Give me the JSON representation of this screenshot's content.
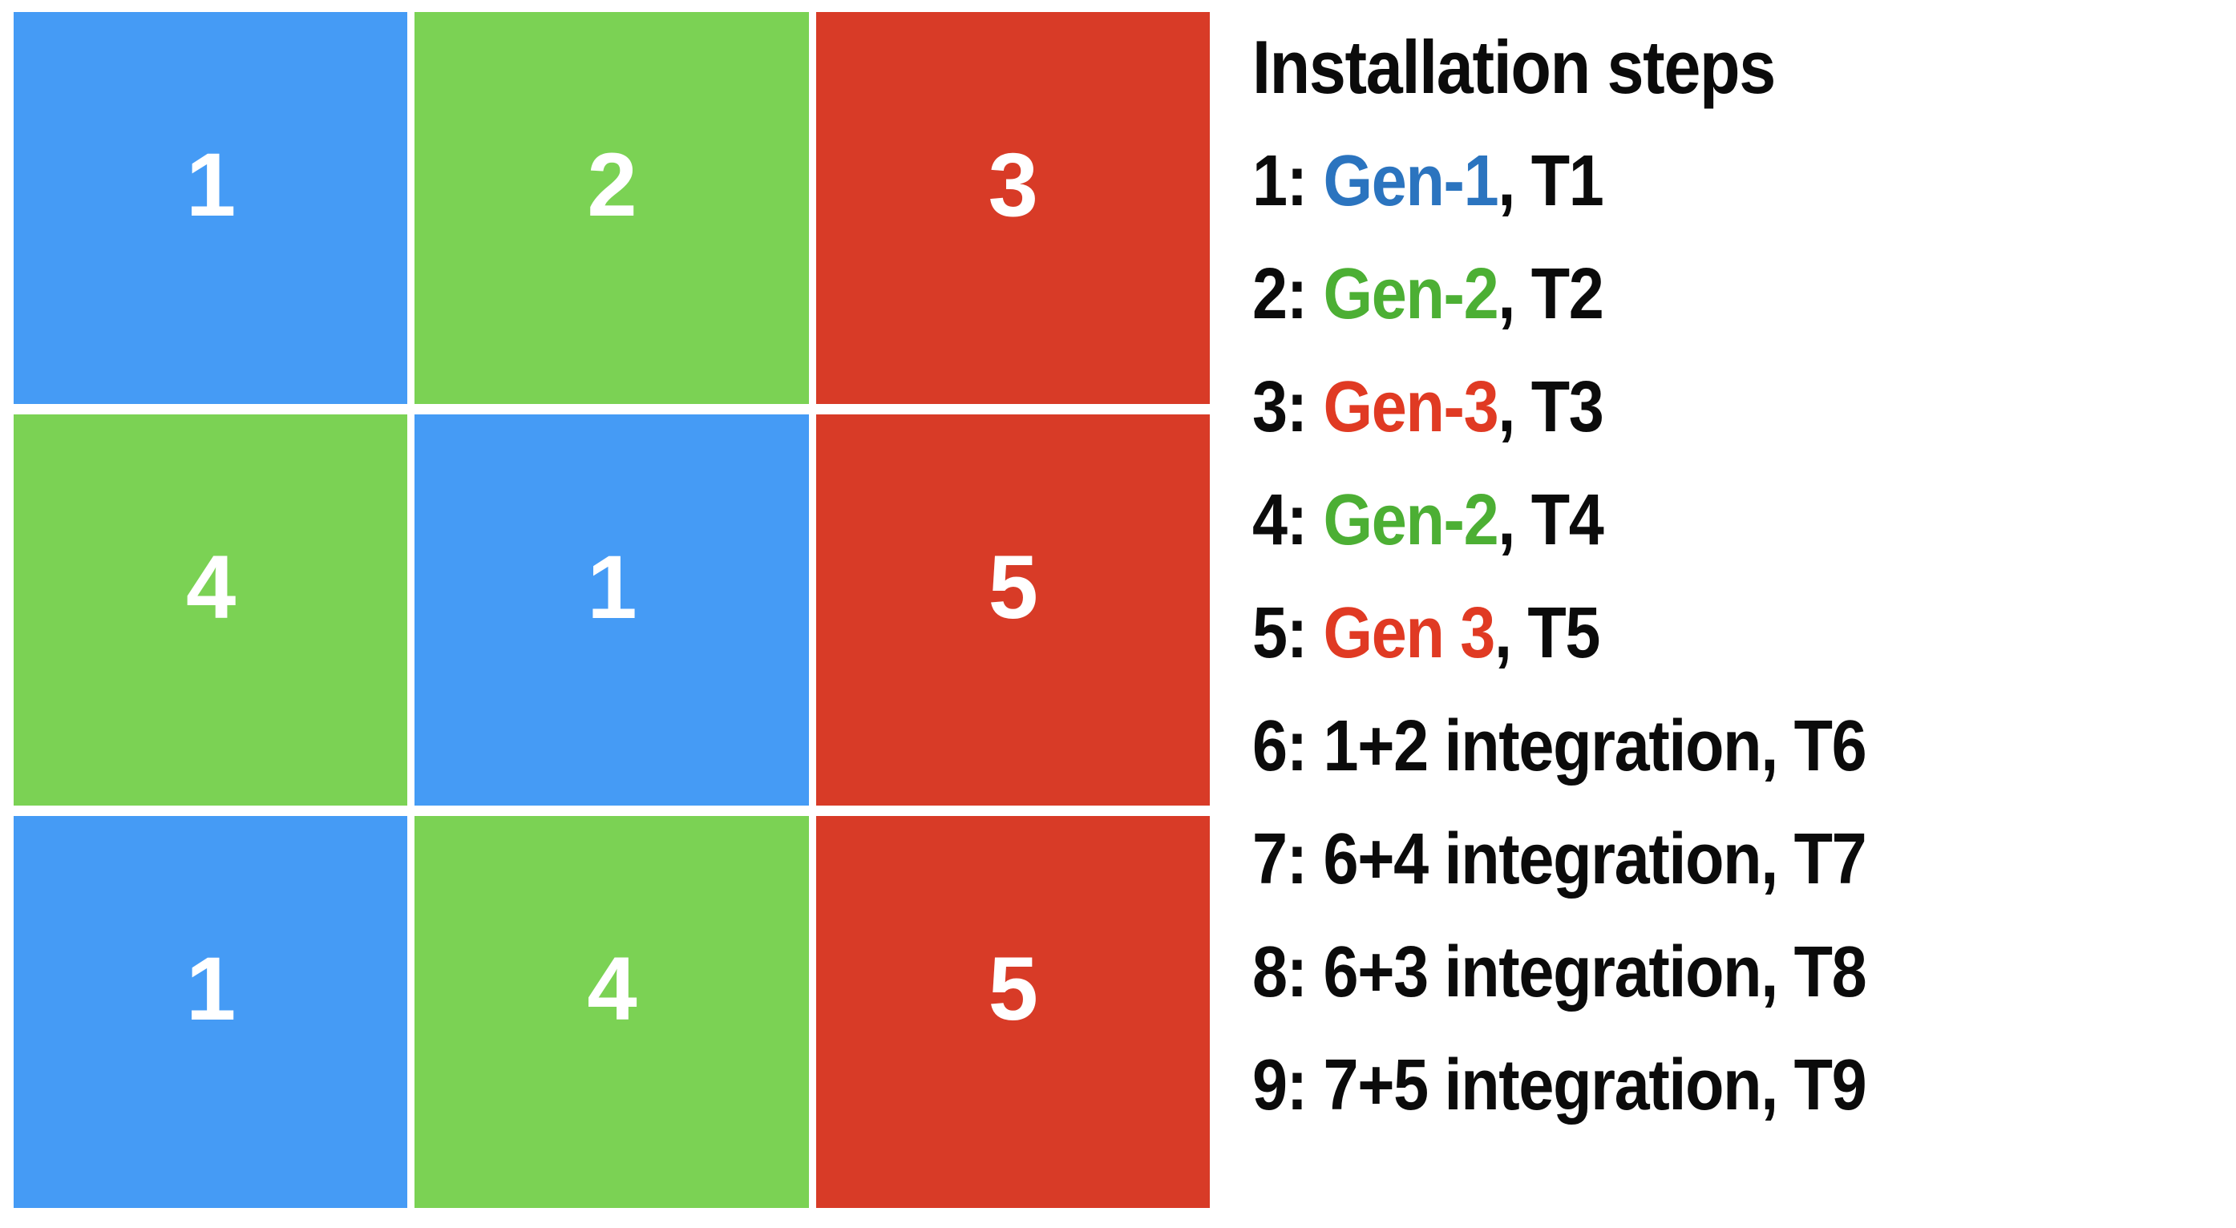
{
  "colors": {
    "blue": "#459BF5",
    "green": "#7BD254",
    "red": "#D83B27",
    "text_blue": "#2B74BF",
    "text_green": "#4CAF34",
    "text_red": "#E03A23",
    "text_black": "#0b0b0b",
    "background": "#ffffff",
    "cell_number_color": "#ffffff"
  },
  "grid": {
    "rows": 3,
    "columns": 3,
    "cells": [
      {
        "label": "1",
        "color_name": "blue",
        "color": "#459BF5"
      },
      {
        "label": "2",
        "color_name": "green",
        "color": "#7BD254"
      },
      {
        "label": "3",
        "color_name": "red",
        "color": "#D83B27"
      },
      {
        "label": "4",
        "color_name": "green",
        "color": "#7BD254"
      },
      {
        "label": "1",
        "color_name": "blue",
        "color": "#459BF5"
      },
      {
        "label": "5",
        "color_name": "red",
        "color": "#D83B27"
      },
      {
        "label": "1",
        "color_name": "blue",
        "color": "#459BF5"
      },
      {
        "label": "4",
        "color_name": "green",
        "color": "#7BD254"
      },
      {
        "label": "5",
        "color_name": "red",
        "color": "#D83B27"
      }
    ]
  },
  "legend": {
    "title": "Installation steps",
    "steps": [
      {
        "index": "1:",
        "name": "Gen-1",
        "name_tint": "blue",
        "tail": ", T1",
        "time": "T1"
      },
      {
        "index": "2:",
        "name": "Gen-2",
        "name_tint": "green",
        "tail": ", T2",
        "time": "T2"
      },
      {
        "index": "3:",
        "name": "Gen-3",
        "name_tint": "red",
        "tail": ", T3",
        "time": "T3"
      },
      {
        "index": "4:",
        "name": "Gen-2",
        "name_tint": "green",
        "tail": ", T4",
        "time": "T4"
      },
      {
        "index": "5:",
        "name": "Gen 3",
        "name_tint": "red",
        "tail": ", T5",
        "time": "T5"
      },
      {
        "index": "6:",
        "name": "1+2 integration",
        "name_tint": "none",
        "tail": ", T6",
        "time": "T6"
      },
      {
        "index": "7:",
        "name": "6+4 integration",
        "name_tint": "none",
        "tail": ", T7",
        "time": "T7"
      },
      {
        "index": "8:",
        "name": "6+3 integration",
        "name_tint": "none",
        "tail": ", T8",
        "time": "T8"
      },
      {
        "index": "9:",
        "name": "7+5 integration",
        "name_tint": "none",
        "tail": ", T9",
        "time": "T9"
      }
    ]
  }
}
